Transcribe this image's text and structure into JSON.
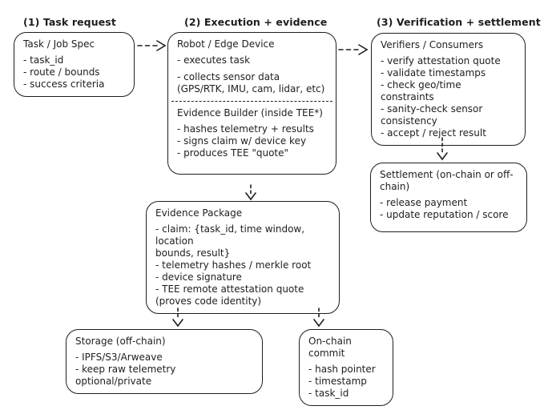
{
  "page": {
    "ink_color": "#1e1e1e",
    "background_color": "#ffffff"
  },
  "headers": [
    {
      "label": "(1) Task request"
    },
    {
      "label": "(2) Execution + evidence"
    },
    {
      "label": "(3) Verification + settlement"
    }
  ],
  "boxes": {
    "task_spec": {
      "title": "Task / Job Spec",
      "lines": [
        "- task_id",
        "- route / bounds",
        "- success criteria"
      ]
    },
    "robot_edge": {
      "title": "Robot / Edge Device",
      "lines": [
        "- executes task",
        "- collects sensor data\n(GPS/RTK, IMU, cam, lidar, etc)"
      ],
      "builder_title": "Evidence Builder (inside TEE*)",
      "builder_lines": [
        "- hashes telemetry + results",
        "- signs claim w/ device key",
        "- produces TEE \"quote\""
      ]
    },
    "verifiers": {
      "title": "Verifiers / Consumers",
      "lines": [
        "- verify attestation quote",
        "- validate timestamps",
        "- check geo/time constraints",
        "- sanity-check sensor\nconsistency",
        "- accept / reject result"
      ]
    },
    "settlement": {
      "title": "Settlement (on-chain or off-chain)",
      "lines": [
        "- release payment",
        "- update reputation / score"
      ]
    },
    "evidence_package": {
      "title": "Evidence Package",
      "lines": [
        "- claim: {task_id, time window, location\nbounds, result}",
        "- telemetry hashes / merkle root",
        "- device signature",
        "- TEE remote attestation quote\n(proves code identity)"
      ]
    },
    "storage": {
      "title": "Storage (off-chain)",
      "lines": [
        "- IPFS/S3/Arweave",
        "- keep raw telemetry optional/private"
      ]
    },
    "onchain_commit": {
      "title": "On-chain commit",
      "lines": [
        "- hash pointer",
        "- timestamp",
        "- task_id"
      ]
    }
  }
}
